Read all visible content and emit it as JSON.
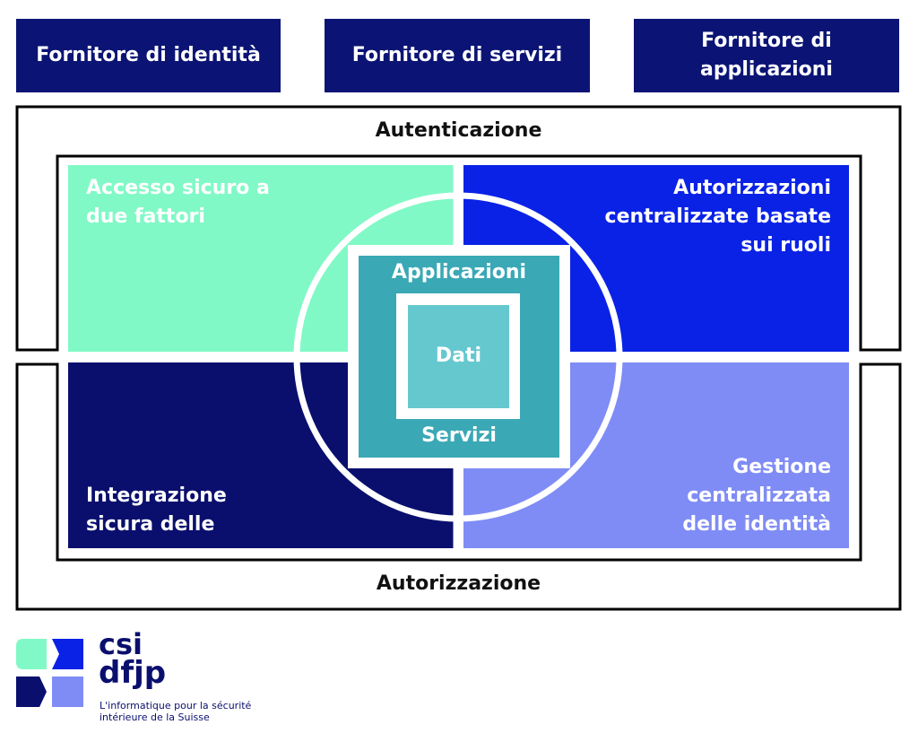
{
  "providers": [
    "Fornitore di identità",
    "Fornitore di servizi",
    "Fornitore di applicazioni"
  ],
  "frames": {
    "top": "Autenticazione",
    "bottom": "Autorizzazione"
  },
  "quadrants": {
    "top_left": "Accesso sicuro a due fattori",
    "top_right": "Autorizzazioni centralizzate basate sui ruoli",
    "bottom_left": "Integrazione sicura delle",
    "bottom_right": "Gestione centralizzata delle identità"
  },
  "center": {
    "outer_top": "Applicazioni",
    "inner": "Dati",
    "outer_bottom": "Servizi"
  },
  "logo": {
    "line1": "csi",
    "line2": "dfjp",
    "tagline1": "L'informatique pour la sécurité",
    "tagline2": "intérieure de la Suisse"
  },
  "colors": {
    "navy": "#0b1474",
    "mint": "#80f9c6",
    "blue": "#0a22e6",
    "dark_navy": "#0a0f6e",
    "periwinkle": "#7f8cf5",
    "teal": "#3aa8b5",
    "light_teal": "#66c8cf"
  }
}
